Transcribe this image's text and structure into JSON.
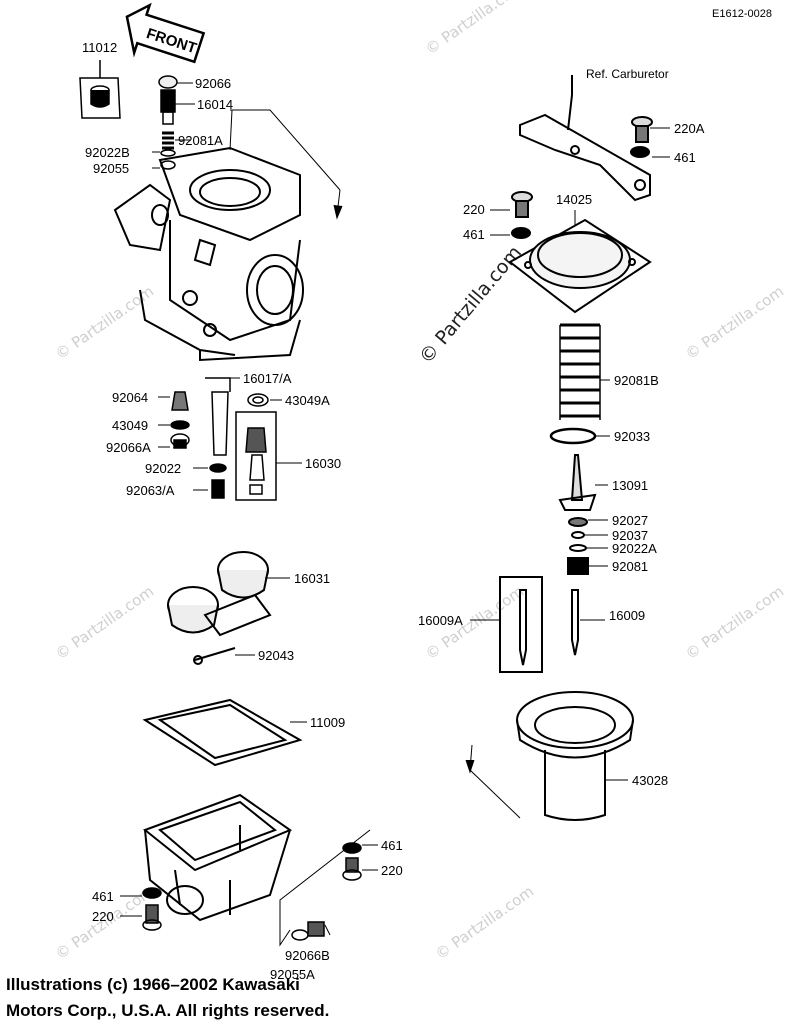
{
  "diagram_id": "E1612-0028",
  "front_label": "FRONT",
  "ref_label": "Ref. Carburetor",
  "copyright_line1": "Illustrations (c) 1966–2002 Kawasaki",
  "copyright_line2": "Motors Corp., U.S.A.  All rights reserved.",
  "watermark": "© Partzilla.com",
  "parts": {
    "p11012": "11012",
    "p92066": "92066",
    "p16014": "16014",
    "p92081A": "92081A",
    "p92022B": "92022B",
    "p92055": "92055",
    "p16017A": "16017/A",
    "p92064": "92064",
    "p43049A": "43049A",
    "p43049": "43049",
    "p92066A": "92066A",
    "p16030": "16030",
    "p92022": "92022",
    "p92063A": "92063/A",
    "p16031": "16031",
    "p92043": "92043",
    "p11009": "11009",
    "p461a": "461",
    "p220a": "220",
    "p461b": "461",
    "p220b": "220",
    "p92066B": "92066B",
    "p92055A": "92055A",
    "p220A": "220A",
    "p461c": "461",
    "p220c": "220",
    "p14025": "14025",
    "p461d": "461",
    "p92081B": "92081B",
    "p92033": "92033",
    "p13091": "13091",
    "p92027": "92027",
    "p92037": "92037",
    "p92022A": "92022A",
    "p92081": "92081",
    "p16009A": "16009A",
    "p16009": "16009",
    "p43028": "43028"
  }
}
